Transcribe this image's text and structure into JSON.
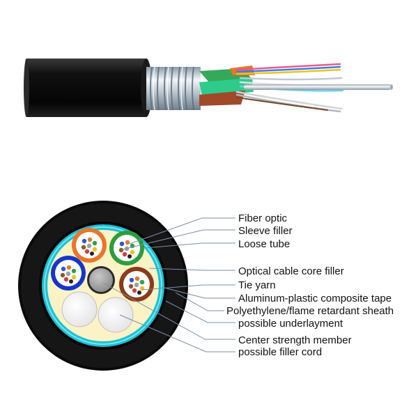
{
  "labels": [
    "Fiber optic",
    "Sleeve filler",
    "Loose tube",
    "Optical cable core filler",
    "Tie yarn",
    "Aluminum-plastic composite tape",
    "Polyethylene/flame retardant sheath",
    "possible underlayment",
    "Center strength member",
    "possible filler cord"
  ],
  "colors": {
    "sheath": "#0a0a0a",
    "tape": "#19c2d6",
    "core_filler": "#fbf3c6",
    "tube_orange": "#e8762b",
    "tube_green": "#2a9e3c",
    "tube_blue": "#1736c7",
    "tube_brown": "#8b3a1a",
    "strength_member": "#9a9a9a",
    "leader": "#7a8fa6"
  }
}
